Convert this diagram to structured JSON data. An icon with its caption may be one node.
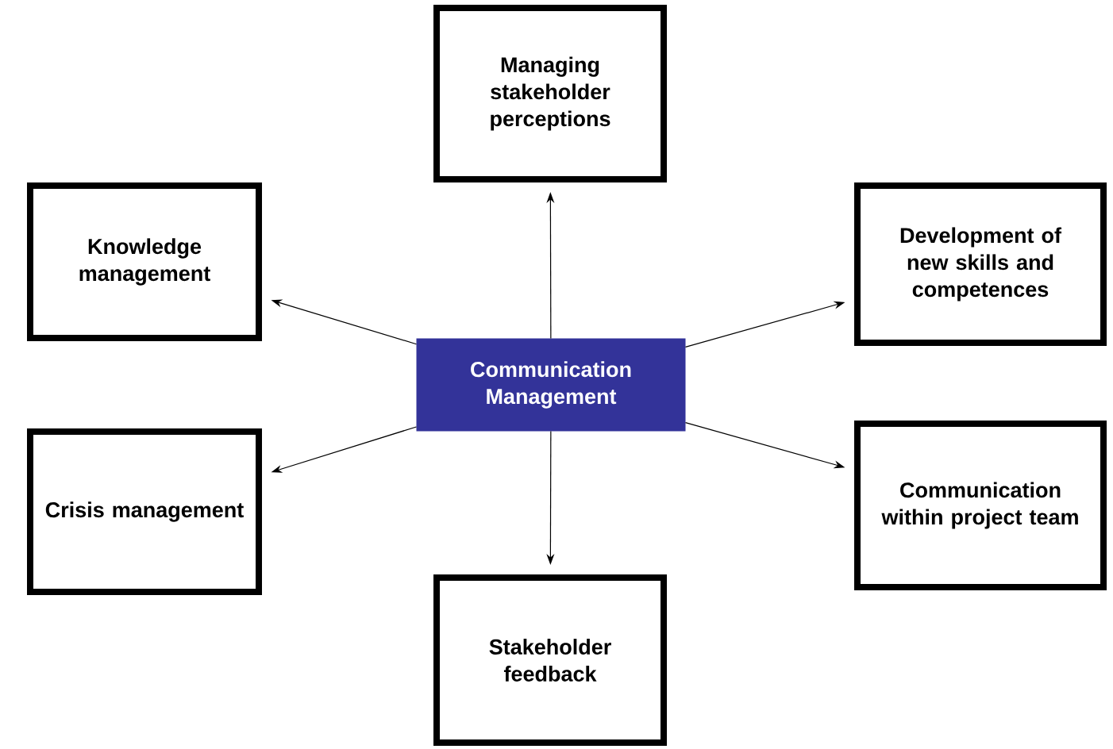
{
  "diagram": {
    "nodes": [
      {
        "text": [
          "Managing stakeholder perceptions"
        ]
      },
      {
        "text": [
          "Knowledge management"
        ]
      },
      {
        "text": [
          "Development of new skills and competences"
        ]
      },
      {
        "text": [
          "Communication Management"
        ]
      },
      {
        "text": [
          "Crisis management"
        ]
      },
      {
        "text": [
          "Communication within project team"
        ]
      },
      {
        "text": [
          "Stakeholder feedback"
        ]
      }
    ],
    "edges": [
      {
        "from": 3,
        "to": 0,
        "arrow": "to"
      },
      {
        "from": 3,
        "to": 1,
        "arrow": "to"
      },
      {
        "from": 3,
        "to": 2,
        "arrow": "to"
      },
      {
        "from": 3,
        "to": 4,
        "arrow": "to"
      },
      {
        "from": 3,
        "to": 5,
        "arrow": "to"
      },
      {
        "from": 3,
        "to": 6,
        "arrow": "to"
      }
    ]
  }
}
